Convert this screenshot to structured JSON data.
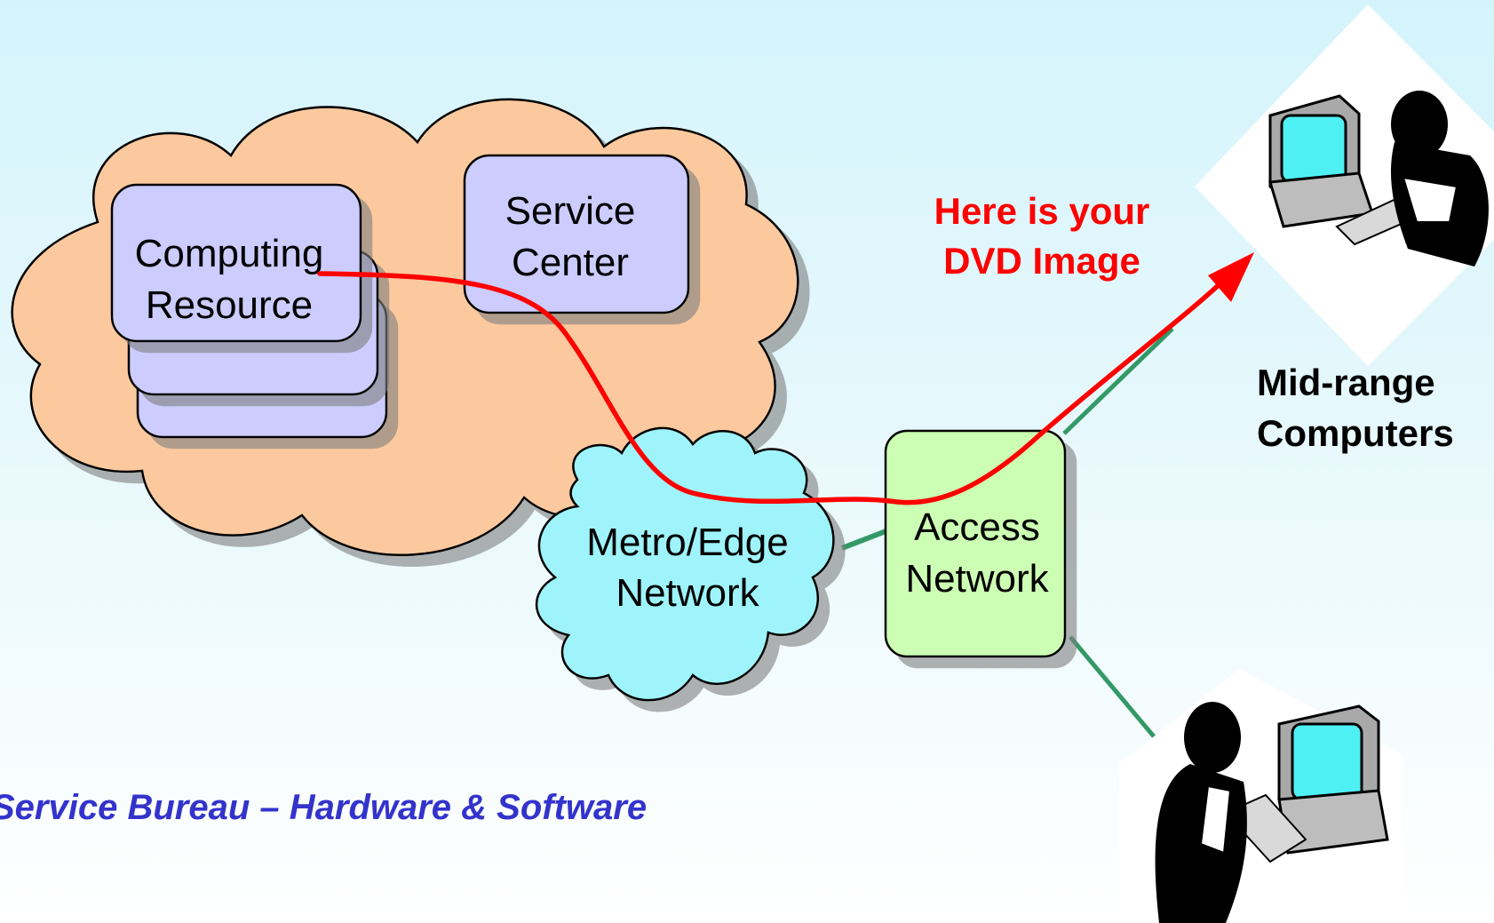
{
  "nodes": {
    "computing_resource": [
      "Computing",
      "Resource"
    ],
    "service_center": [
      "Service",
      "Center"
    ],
    "metro_edge_network": [
      "Metro/Edge",
      "Network"
    ],
    "access_network": [
      "Access",
      "Network"
    ]
  },
  "annotations": {
    "dvd_message": [
      "Here is your",
      "DVD Image"
    ],
    "midrange_computers": [
      "Mid-range",
      "Computers"
    ],
    "service_bureau_caption": "Service Bureau – Hardware & Software"
  },
  "colors": {
    "service_bureau_cloud": "#fcc99f",
    "metro_cloud": "#9ef4fa",
    "resource_box": "#ccccff",
    "access_box": "#ccffb4",
    "data_path": "#ff0000",
    "link_line": "#339966",
    "dvd_message_text": "#ff0000",
    "caption_text": "#3333cc"
  },
  "icons": [
    "user-at-computer-icon",
    "user-at-computer-icon"
  ]
}
